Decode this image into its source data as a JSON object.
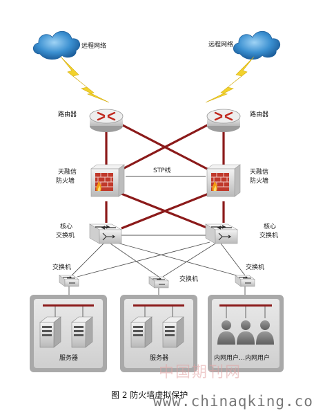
{
  "labels": {
    "remote_network_left": "远程网络",
    "remote_network_right": "远程网络",
    "router_left": "路由器",
    "router_right": "路由器",
    "firewall_left_line1": "天融信",
    "firewall_left_line2": "防火墙",
    "firewall_right_line1": "天融信",
    "firewall_right_line2": "防火墙",
    "stp_link": "STP线",
    "core_switch_left_line1": "核心",
    "core_switch_left_line2": "交换机",
    "core_switch_right_line1": "核心",
    "core_switch_right_line2": "交换机",
    "access_switch_left": "交换机",
    "access_switch_center": "交换机",
    "access_switch_right": "交换机",
    "server_group_left": "服务器",
    "server_group_center": "服务器",
    "users_group": "内网用户…内网用户"
  },
  "caption": "图 2 防火墙虚拟保护",
  "watermark": {
    "chinese": "中国期刊网",
    "url": "www.chinaqking.com"
  },
  "colors": {
    "red_link": "#8b1a1a",
    "gray_link": "#555555",
    "cloud": "#3a8fd0",
    "lightning": "#f2d22c",
    "device": "#dcdcdc",
    "firewall_brick": "#c0392b",
    "group_box": "#d4d4d4"
  }
}
